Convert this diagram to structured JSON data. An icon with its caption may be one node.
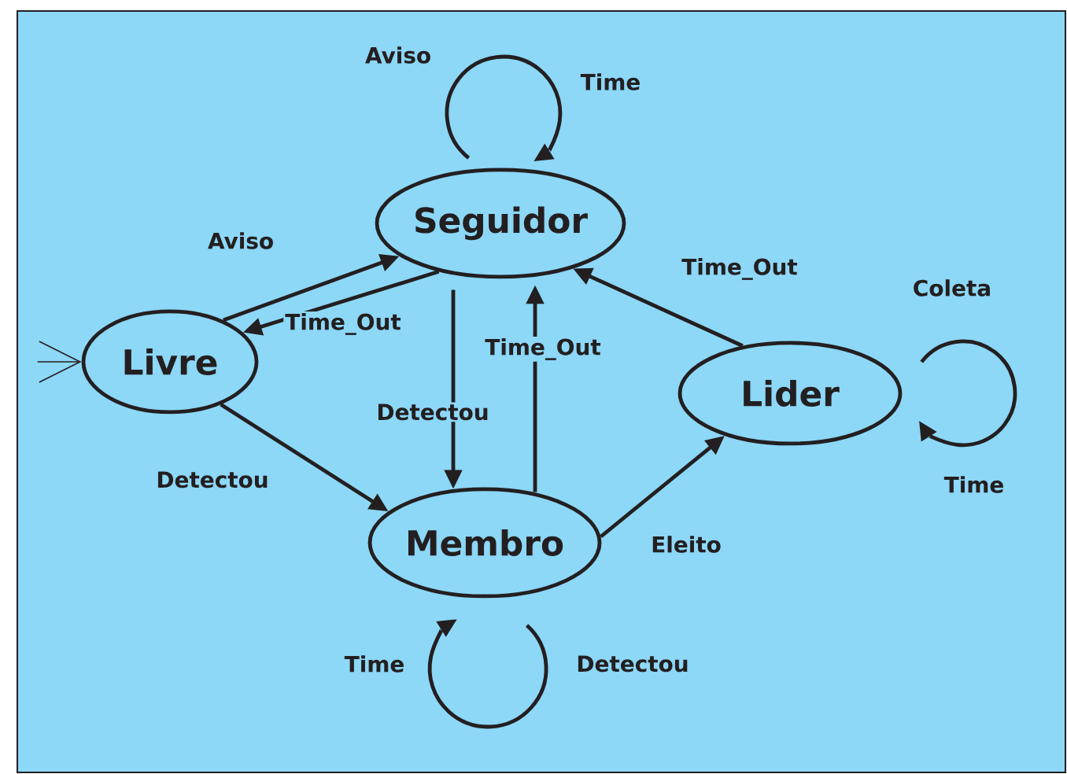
{
  "diagram": {
    "nodes": [
      {
        "text": [
          "Seguidor"
        ]
      },
      {
        "text": [
          "Livre"
        ]
      },
      {
        "text": [
          "Lider"
        ]
      },
      {
        "text": [
          "Membro"
        ]
      }
    ],
    "edges": [
      {
        "from": 1,
        "to": 0,
        "arrow": "to",
        "label": "Aviso"
      },
      {
        "from": 0,
        "to": 1,
        "arrow": "to",
        "label": "Time_Out"
      },
      {
        "from": 0,
        "to": 3,
        "arrow": "to",
        "label": "Detectou"
      },
      {
        "from": 3,
        "to": 0,
        "arrow": "to",
        "label": "Time_Out"
      },
      {
        "from": 1,
        "to": 3,
        "arrow": "to",
        "label": "Detectou"
      },
      {
        "from": 3,
        "to": 2,
        "arrow": "to",
        "label": "Eleito"
      },
      {
        "from": 2,
        "to": 0,
        "arrow": "to",
        "label": "Time_Out"
      },
      {
        "from": 0,
        "to": 0,
        "arrow": "to",
        "label": "Aviso"
      },
      {
        "from": 2,
        "to": 2,
        "arrow": "to",
        "label": "Coleta"
      },
      {
        "from": 3,
        "to": 3,
        "arrow": "to",
        "label": "Time"
      },
      {
        "from": null,
        "to": 1,
        "arrow": "to"
      }
    ],
    "labels": [
      "Time",
      "Time",
      "Detectou"
    ]
  }
}
